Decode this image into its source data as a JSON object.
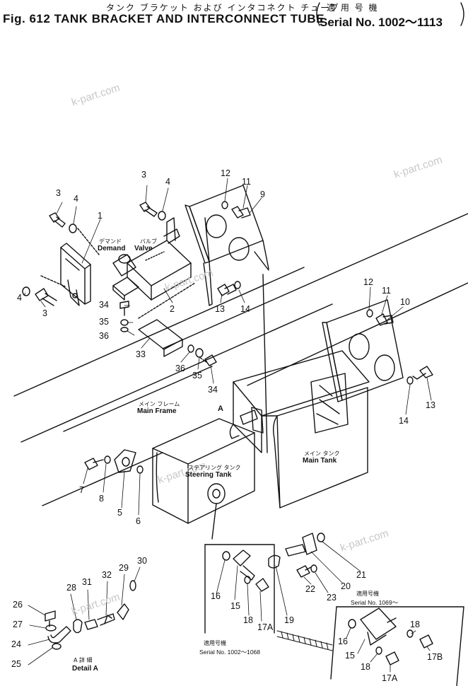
{
  "header": {
    "title_jp": "タンク ブラケット および インタコネクト チューブ",
    "title_en": "Fig. 612  TANK BRACKET AND INTERCONNECT TUBE",
    "serial_jp": "適 用 号 機",
    "serial_en": "Serial No. 1002～1113"
  },
  "watermarks": [
    "k-part.com",
    "k-part.com",
    "k-part.com",
    "k-part.com",
    "k-part.com",
    "k-part.com"
  ],
  "labels": {
    "demand_jp": "デマンド",
    "demand_en": "Demand",
    "valve_jp": "バルブ",
    "valve_en": "Valve",
    "main_frame_jp": "メイン  フレーム",
    "main_frame_en": "Main  Frame",
    "main_tank_jp": "メイン  タンク",
    "main_tank_en": "Main  Tank",
    "steering_jp": "ステアリング  タンク",
    "steering_en": "Steering  Tank",
    "marker_a": "A",
    "detail_jp": "A  詳  細",
    "detail_en": "Detail  A",
    "serial_upper_jp": "適用号機",
    "serial_upper": "Serial No. 1069～",
    "serial_lower_jp": "適用号機",
    "serial_lower": "Serial No. 1002～1068"
  },
  "parts": [
    "1",
    "2",
    "3",
    "3",
    "3",
    "4",
    "4",
    "4",
    "5",
    "6",
    "7",
    "8",
    "9",
    "10",
    "11",
    "11",
    "12",
    "12",
    "13",
    "13",
    "14",
    "14",
    "15",
    "15",
    "16",
    "16",
    "17A",
    "17A",
    "17B",
    "18",
    "18",
    "18",
    "19",
    "20",
    "21",
    "22",
    "23",
    "24",
    "25",
    "26",
    "27",
    "28",
    "29",
    "30",
    "31",
    "32",
    "33",
    "34",
    "34",
    "35",
    "35",
    "36",
    "36"
  ]
}
